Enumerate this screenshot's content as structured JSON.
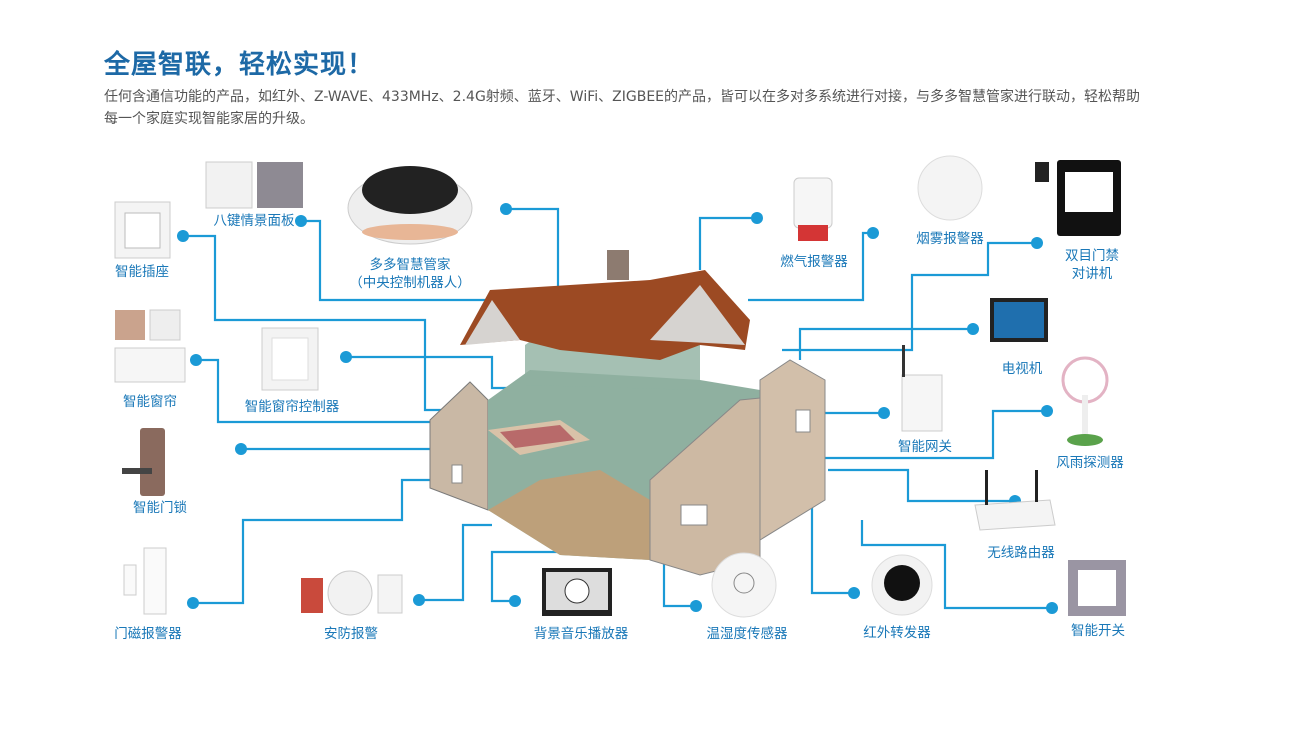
{
  "header": {
    "title": "全屋智联，轻松实现！",
    "description": "任何含通信功能的产品，如红外、Z-WAVE、433MHz、2.4G射频、蓝牙、WiFi、ZIGBEE的产品，皆可以在多对多系统进行对接，与多多智慧管家进行联动，轻松帮助每一个家庭实现智能家居的升级。"
  },
  "colors": {
    "line": "#1b9ad6",
    "label": "#1a78b8",
    "title": "#1d69a6"
  },
  "devices": {
    "socket": "智能插座",
    "scene_panel": "八键情景面板",
    "butler_line1": "多多智慧管家",
    "butler_line2": "（中央控制机器人）",
    "gas_alarm": "燃气报警器",
    "smoke_alarm": "烟雾报警器",
    "intercom_line1": "双目门禁",
    "intercom_line2": "对讲机",
    "tv": "电视机",
    "gateway": "智能网关",
    "weather_sensor": "风雨探测器",
    "router": "无线路由器",
    "smart_switch": "智能开关",
    "ir_blaster": "红外转发器",
    "temp_humidity": "温湿度传感器",
    "music_player": "背景音乐播放器",
    "security_alarm": "安防报警",
    "door_sensor": "门磁报警器",
    "door_lock": "智能门锁",
    "curtain": "智能窗帘",
    "curtain_controller": "智能窗帘控制器"
  }
}
